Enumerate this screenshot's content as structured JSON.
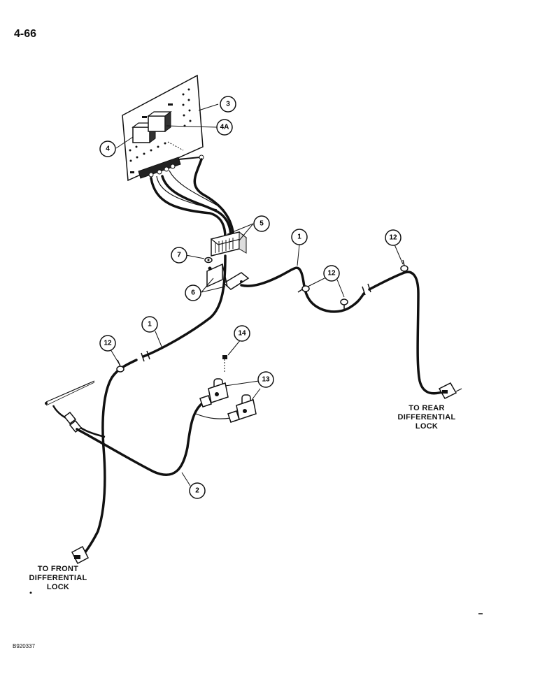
{
  "page_number": "4-66",
  "document_id": "B920337",
  "captions": {
    "front": [
      "TO FRONT",
      "DIFFERENTIAL",
      "LOCK"
    ],
    "rear": [
      "TO REAR",
      "DIFFERENTIAL",
      "LOCK"
    ]
  },
  "callouts": {
    "c1a": "1",
    "c1b": "1",
    "c2": "2",
    "c3": "3",
    "c4": "4",
    "c4a": "4A",
    "c5": "5",
    "c6": "6",
    "c7": "7",
    "c12a": "12",
    "c12b": "12",
    "c12c": "12",
    "c13": "13",
    "c14": "14"
  }
}
